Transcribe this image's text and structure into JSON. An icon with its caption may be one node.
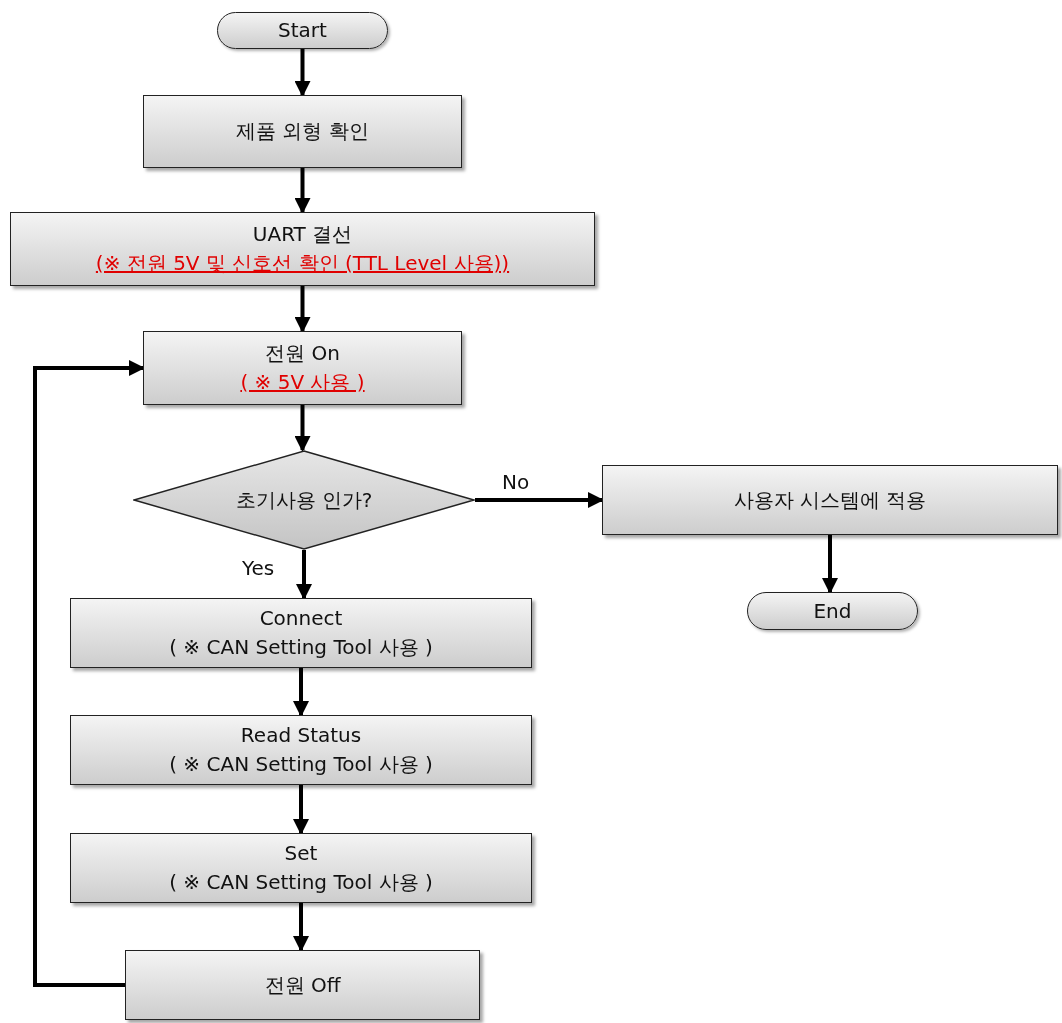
{
  "diagram": {
    "nodes": [
      {
        "text": [
          "Start"
        ]
      },
      {
        "text": [
          "제품 외형 확인"
        ]
      },
      {
        "text": [
          "UART 결선",
          "(※ 전원 5V 및 신호선 확인 (TTL Level 사용))"
        ]
      },
      {
        "text": [
          "전원 On",
          "( ※ 5V 사용 )"
        ]
      },
      {
        "text": [
          "초기사용 인가?"
        ]
      },
      {
        "text": [
          "사용자 시스템에 적용"
        ]
      },
      {
        "text": [
          "End"
        ]
      },
      {
        "text": [
          "Connect",
          "( ※ CAN Setting Tool 사용 )"
        ]
      },
      {
        "text": [
          "Read Status",
          "( ※ CAN Setting Tool 사용 )"
        ]
      },
      {
        "text": [
          "Set",
          "( ※ CAN Setting Tool 사용 )"
        ]
      },
      {
        "text": [
          "전원 Off"
        ]
      }
    ],
    "edges": [
      {
        "from": 0,
        "to": 1,
        "arrow": "to"
      },
      {
        "from": 1,
        "to": 2,
        "arrow": "to"
      },
      {
        "from": 2,
        "to": 3,
        "arrow": "to"
      },
      {
        "from": 3,
        "to": 4,
        "arrow": "to"
      },
      {
        "from": 4,
        "to": 5,
        "arrow": "to",
        "label": "No"
      },
      {
        "from": 4,
        "to": 7,
        "arrow": "to",
        "label": "Yes"
      },
      {
        "from": 5,
        "to": 6,
        "arrow": "to"
      },
      {
        "from": 7,
        "to": 8,
        "arrow": "to"
      },
      {
        "from": 8,
        "to": 9,
        "arrow": "to"
      },
      {
        "from": 9,
        "to": 10,
        "arrow": "to"
      },
      {
        "from": 10,
        "to": 3,
        "arrow": "to"
      }
    ]
  }
}
